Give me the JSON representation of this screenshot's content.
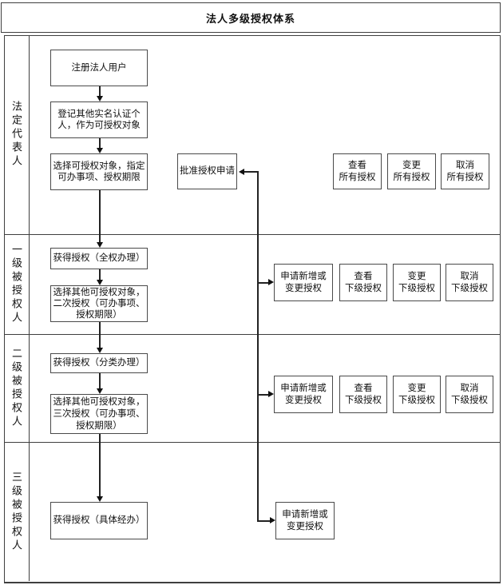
{
  "title": "法人多级授权体系",
  "lanes": [
    {
      "label": "法定代表人"
    },
    {
      "label": "一级被授权人"
    },
    {
      "label": "二级被授权人"
    },
    {
      "label": "三级被授权人"
    }
  ],
  "nodes": {
    "register": "注册法人用户",
    "enroll": "登记其他实名认证个\n人，作为可授权对象",
    "select1": "选择可授权对象，指定\n可办事项、授权期限",
    "approve": "批准授权申请",
    "view_all": "查看\n所有授权",
    "change_all": "变更\n所有授权",
    "cancel_all": "取消\n所有授权",
    "obtain_full": "获得授权（全权办理）",
    "select2": "选择其他可授权对象，\n二次授权（可办事项、\n授权期限）",
    "obtain_class": "获得授权（分类办理）",
    "select3": "选择其他可授权对象，\n三次授权（可办事项、\n授权期限）",
    "obtain_specific": "获得授权（具体经办）",
    "apply_change": "申请新增或\n变更授权",
    "view_sub": "查看\n下级授权",
    "change_sub": "变更\n下级授权",
    "cancel_sub": "取消\n下级授权"
  },
  "colors": {
    "line": "#222222",
    "border": "#4a4a4a",
    "background": "#ffffff"
  }
}
